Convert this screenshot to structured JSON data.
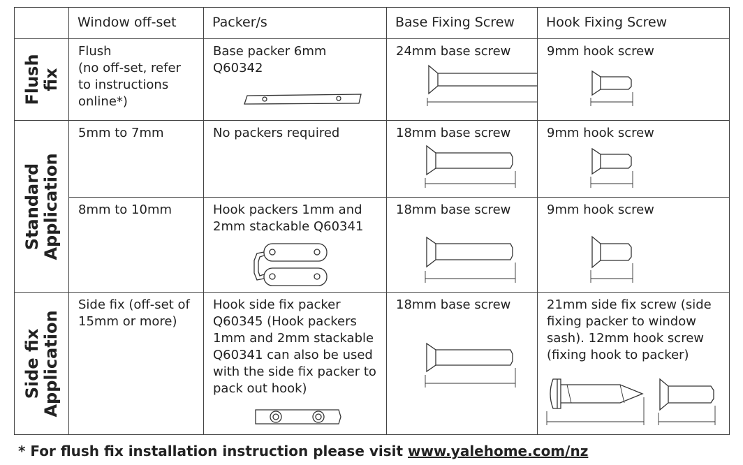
{
  "table": {
    "headers": [
      "",
      "Window off-set",
      "Packer/s",
      "Base Fixing Screw",
      "Hook Fixing Screw"
    ],
    "groups": {
      "flush": "Flush\nfix",
      "standard": "Standard\nApplication",
      "side": "Side fix\nApplication"
    },
    "rows": [
      {
        "offset": "Flush\n(no off-set, refer\nto instructions\nonline*)",
        "packer": "Base packer 6mm Q60342",
        "base": "24mm base screw",
        "hook": "9mm hook screw"
      },
      {
        "offset": "5mm to 7mm",
        "packer": "No packers required",
        "base": "18mm base screw",
        "hook": "9mm hook screw"
      },
      {
        "offset": "8mm to 10mm",
        "packer": "Hook packers 1mm and\n2mm stackable Q60341",
        "base": "18mm base screw",
        "hook": "9mm hook screw"
      },
      {
        "offset": "Side fix (off-set of\n15mm or more)",
        "packer": "Hook side fix packer\nQ60345 (Hook packers\n1mm and 2mm stackable\nQ60341 can also be used\nwith the side fix packer to\npack out hook)",
        "base": "18mm base screw",
        "hook": "21mm side fix screw (side\nfixing packer to window\nsash). 12mm hook screw\n(fixing hook to packer)"
      }
    ]
  },
  "footer": {
    "text": "* For flush fix installation instruction please visit ",
    "link": "www.yalehome.com/nz"
  }
}
